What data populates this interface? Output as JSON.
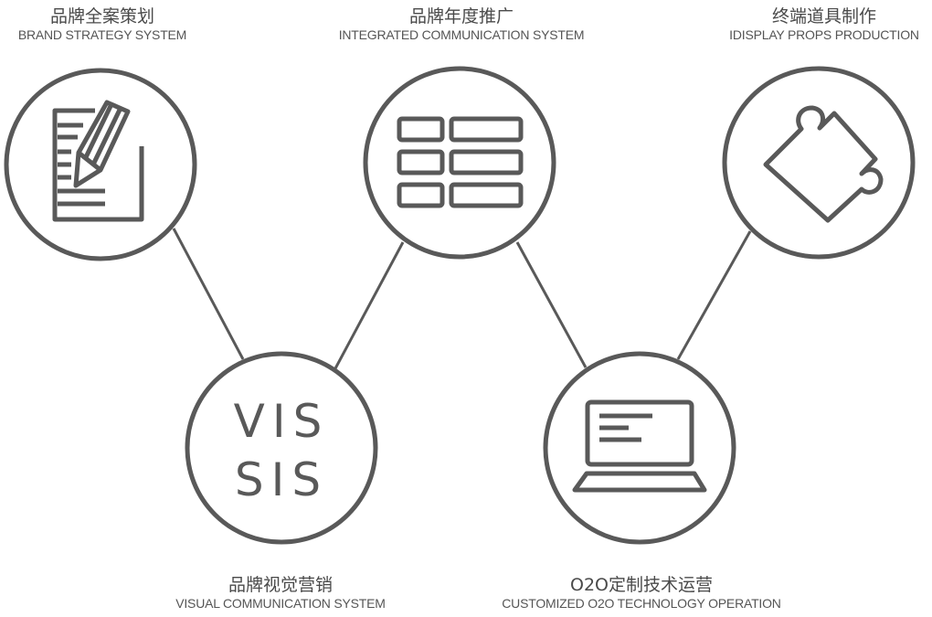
{
  "nodes": [
    {
      "title_zh": "品牌全案策划",
      "title_en": "BRAND STRATEGY SYSTEM",
      "icon": "document-pencil-icon"
    },
    {
      "title_zh": "品牌年度推广",
      "title_en": "INTEGRATED COMMUNICATION SYSTEM",
      "icon": "grid-blocks-icon"
    },
    {
      "title_zh": "终端道具制作",
      "title_en": "IDISPLAY PROPS PRODUCTION",
      "icon": "puzzle-piece-icon"
    },
    {
      "title_zh": "品牌视觉营销",
      "title_en": "VISUAL COMMUNICATION SYSTEM",
      "icon": "vis-sis-text-icon",
      "icon_text_line1": "VIS",
      "icon_text_line2": "SIS"
    },
    {
      "title_zh": "O2O定制技术运营",
      "title_en": "CUSTOMIZED O2O TECHNOLOGY OPERATION",
      "icon": "laptop-icon"
    }
  ],
  "colors": {
    "stroke": "#595959",
    "background": "#ffffff"
  }
}
